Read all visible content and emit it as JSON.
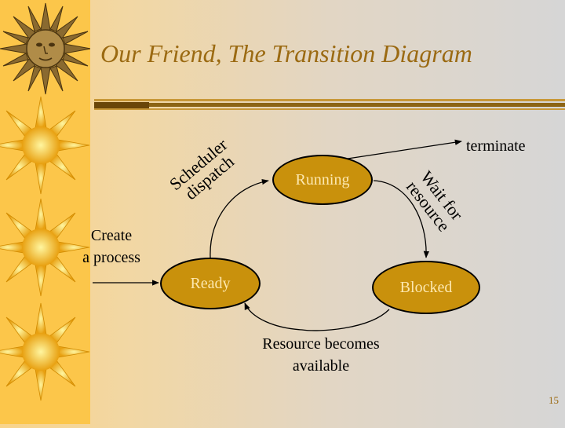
{
  "title": "Our Friend, The Transition Diagram",
  "states": {
    "running": "Running",
    "ready": "Ready",
    "blocked": "Blocked"
  },
  "labels": {
    "create_line1": "Create",
    "create_line2": "a process",
    "scheduler_line1": "Scheduler",
    "scheduler_line2": "dispatch",
    "wait_line1": "Wait for",
    "wait_line2": "resource",
    "terminate": "terminate",
    "resource_line1": "Resource becomes",
    "resource_line2": "available"
  },
  "page_number": "15",
  "colors": {
    "sidebar": "#fcc64a",
    "node_fill": "#c9910c",
    "node_text": "#fde8b0",
    "title": "#9b6a12"
  },
  "decorations": {
    "sidebar_icons": [
      "sun-face-icon",
      "sun-icon",
      "sun-icon",
      "sun-icon"
    ]
  }
}
